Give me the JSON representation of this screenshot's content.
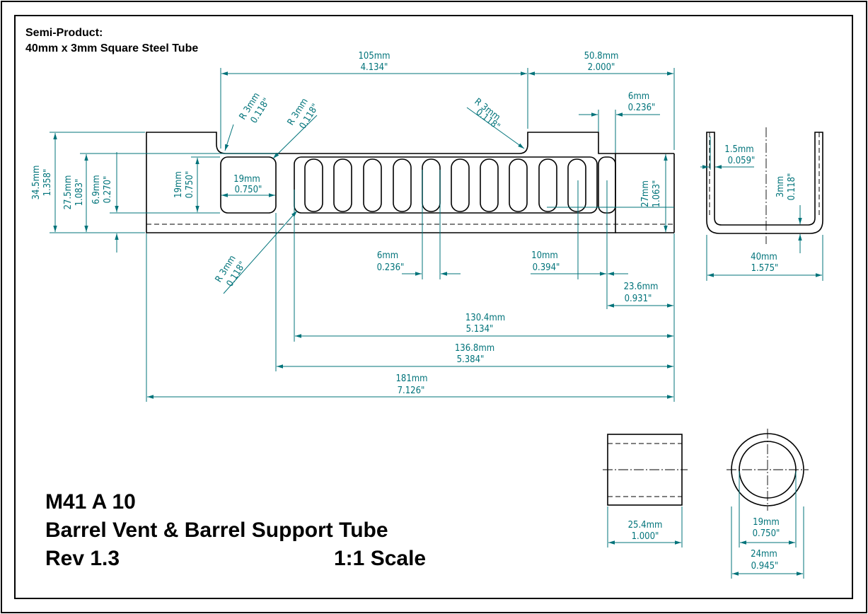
{
  "header": {
    "semi_product_label": "Semi-Product:",
    "semi_product_spec": "40mm x 3mm Square Steel Tube"
  },
  "title_block": {
    "part_number": "M41 A 10",
    "part_name": "Barrel Vent & Barrel Support Tube",
    "revision": "Rev 1.3",
    "scale": "1:1 Scale"
  },
  "colors": {
    "dimension": "#00737a",
    "outline": "#000000"
  },
  "dimensions": {
    "d105_mm": "105mm",
    "d105_in": "4.134\"",
    "d50_mm": "50.8mm",
    "d50_in": "2.000\"",
    "d6top_mm": "6mm",
    "d6top_in": "0.236\"",
    "r3a_mm": "R 3mm",
    "r3a_in": "0.118\"",
    "r3b_mm": "R 3mm",
    "r3b_in": "0.118\"",
    "r3c_mm": "R 3mm",
    "r3c_in": "0.118\"",
    "r3d_mm": "R 3mm",
    "r3d_in": "0.118\"",
    "d34_mm": "34.5mm",
    "d34_in": "1.358\"",
    "d27_5_mm": "27.5mm",
    "d27_5_in": "1.083\"",
    "d6_9_mm": "6.9mm",
    "d6_9_in": "0.270\"",
    "d19v_mm": "19mm",
    "d19v_in": "0.750\"",
    "d19h_mm": "19mm",
    "d19h_in": "0.750\"",
    "d27_mm": "27mm",
    "d27_in": "1.063\"",
    "d6slot_mm": "6mm",
    "d6slot_in": "0.236\"",
    "d10_mm": "10mm",
    "d10_in": "0.394\"",
    "d23_6_mm": "23.6mm",
    "d23_6_in": "0.931\"",
    "d130_mm": "130.4mm",
    "d130_in": "5.134\"",
    "d136_mm": "136.8mm",
    "d136_in": "5.384\"",
    "d181_mm": "181mm",
    "d181_in": "7.126\"",
    "d1_5_mm": "1.5mm",
    "d1_5_in": "0.059\"",
    "d3_mm": "3mm",
    "d3_in": "0.118\"",
    "d40_mm": "40mm",
    "d40_in": "1.575\"",
    "d25_4_mm": "25.4mm",
    "d25_4_in": "1.000\"",
    "d19ring_mm": "19mm",
    "d19ring_in": "0.750\"",
    "d24_mm": "24mm",
    "d24_in": "0.945\""
  }
}
